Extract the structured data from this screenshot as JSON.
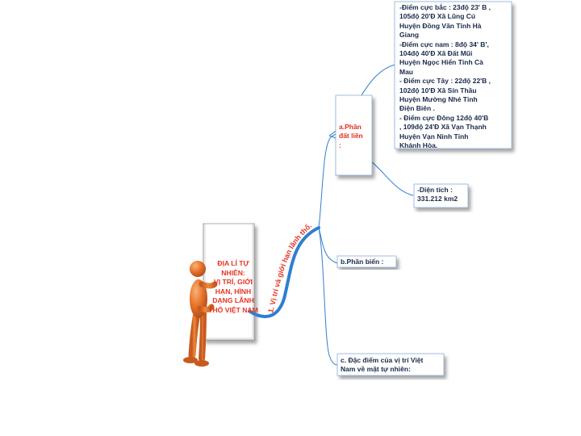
{
  "central_topic": {
    "text": "ĐỊA LÍ TỰ\nNHIÊN:\nVỊ TRÍ, GIỚI\nHẠN, HÌNH\nDẠNG LÃNH\nTHỔ VIỆT NAM"
  },
  "main_branch": {
    "label": "1. Vị trí và giới hạn lãnh thổ."
  },
  "subtopics": {
    "land": {
      "label": "a.Phần\nđất liền\n:"
    },
    "sea": {
      "label": "b.Phần biển :"
    },
    "features": {
      "label": "c. Đặc điểm của vị trí Việt\nNam về mặt tự  nhiên:"
    }
  },
  "details": {
    "extreme_points": "-Điểm cực bắc : 23độ 23' B ,\n105độ 20'Đ  Xã Lũng Cú\nHuyện Đồng Văn Tỉnh Hà\nGiang\n-Điểm cực nam : 8độ 34' B',\n104độ 40'Đ Xã Đất Mũi\nHuyện Ngọc Hiển Tỉnh Cà\nMau\n- Điểm cực Tây : 22độ 22'B ,\n102độ 10'Đ Xã Sín Thầu\nHuyện Mường Nhé Tỉnh\nĐiện  Biên .\n-  Điểm cực Đông 12độ 40'B\n, 109độ 24'Đ Xã Vạn Thạnh\nHuyện Vạn Ninh Tỉnh\nKhánh Hòa.",
    "area": "-Diện tích :\n331.212 km2"
  },
  "colors": {
    "branch_blue": "#2f7fd0",
    "central_text_red": "#e53322",
    "figure_orange": "#e8742a",
    "box_border": "#8aaedc",
    "text_dark": "#1a2a4a"
  }
}
